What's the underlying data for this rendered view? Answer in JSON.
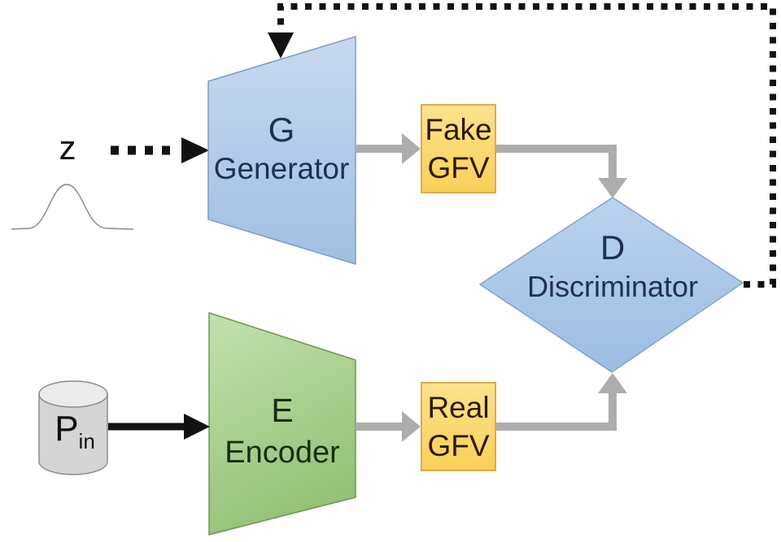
{
  "diagram_type": "GAN-with-encoder architecture flow diagram",
  "nodes": {
    "noise": {
      "label": "z",
      "shape": "gaussian-curve"
    },
    "generator": {
      "letter": "G",
      "name": "Generator",
      "shape": "trapezoid-expanding"
    },
    "encoder": {
      "letter": "E",
      "name": "Encoder",
      "shape": "trapezoid-contracting"
    },
    "discriminator": {
      "letter": "D",
      "name": "Discriminator",
      "shape": "diamond"
    },
    "fake_gfv": {
      "line1": "Fake",
      "line2": "GFV",
      "shape": "rounded-rect"
    },
    "real_gfv": {
      "line1": "Real",
      "line2": "GFV",
      "shape": "rounded-rect"
    },
    "input_data": {
      "base": "P",
      "subscript": "in",
      "shape": "cylinder"
    }
  },
  "edges": [
    {
      "from": "z",
      "to": "Generator",
      "style": "dotted-black-arrow"
    },
    {
      "from": "Generator",
      "to": "Fake GFV",
      "style": "solid-gray-arrow"
    },
    {
      "from": "Fake GFV",
      "to": "Discriminator",
      "style": "solid-gray-arrow"
    },
    {
      "from": "P_in",
      "to": "Encoder",
      "style": "solid-black-arrow"
    },
    {
      "from": "Encoder",
      "to": "Real GFV",
      "style": "solid-gray-arrow"
    },
    {
      "from": "Real GFV",
      "to": "Discriminator",
      "style": "solid-gray-arrow"
    },
    {
      "from": "Discriminator",
      "to": "Generator",
      "style": "dotted-black-feedback-loop"
    }
  ],
  "colors": {
    "generator_top": "#c7d9ef",
    "generator_bottom": "#a0bee3",
    "encoder_top": "#c4e0ad",
    "encoder_bottom": "#94c276",
    "discriminator_top": "#bad2ee",
    "discriminator_bottom": "#9cbde4",
    "gfv_fill": "#fbd867",
    "gfv_border": "#ddab49",
    "cylinder_body": "#d5d5d5",
    "cylinder_top": "#ebebeb",
    "connector_gray": "#adadad",
    "arrow_black": "#121212",
    "label_navy": "#1f3150",
    "label_green": "#1b2a12",
    "gfv_text": "#2d1a0d"
  }
}
